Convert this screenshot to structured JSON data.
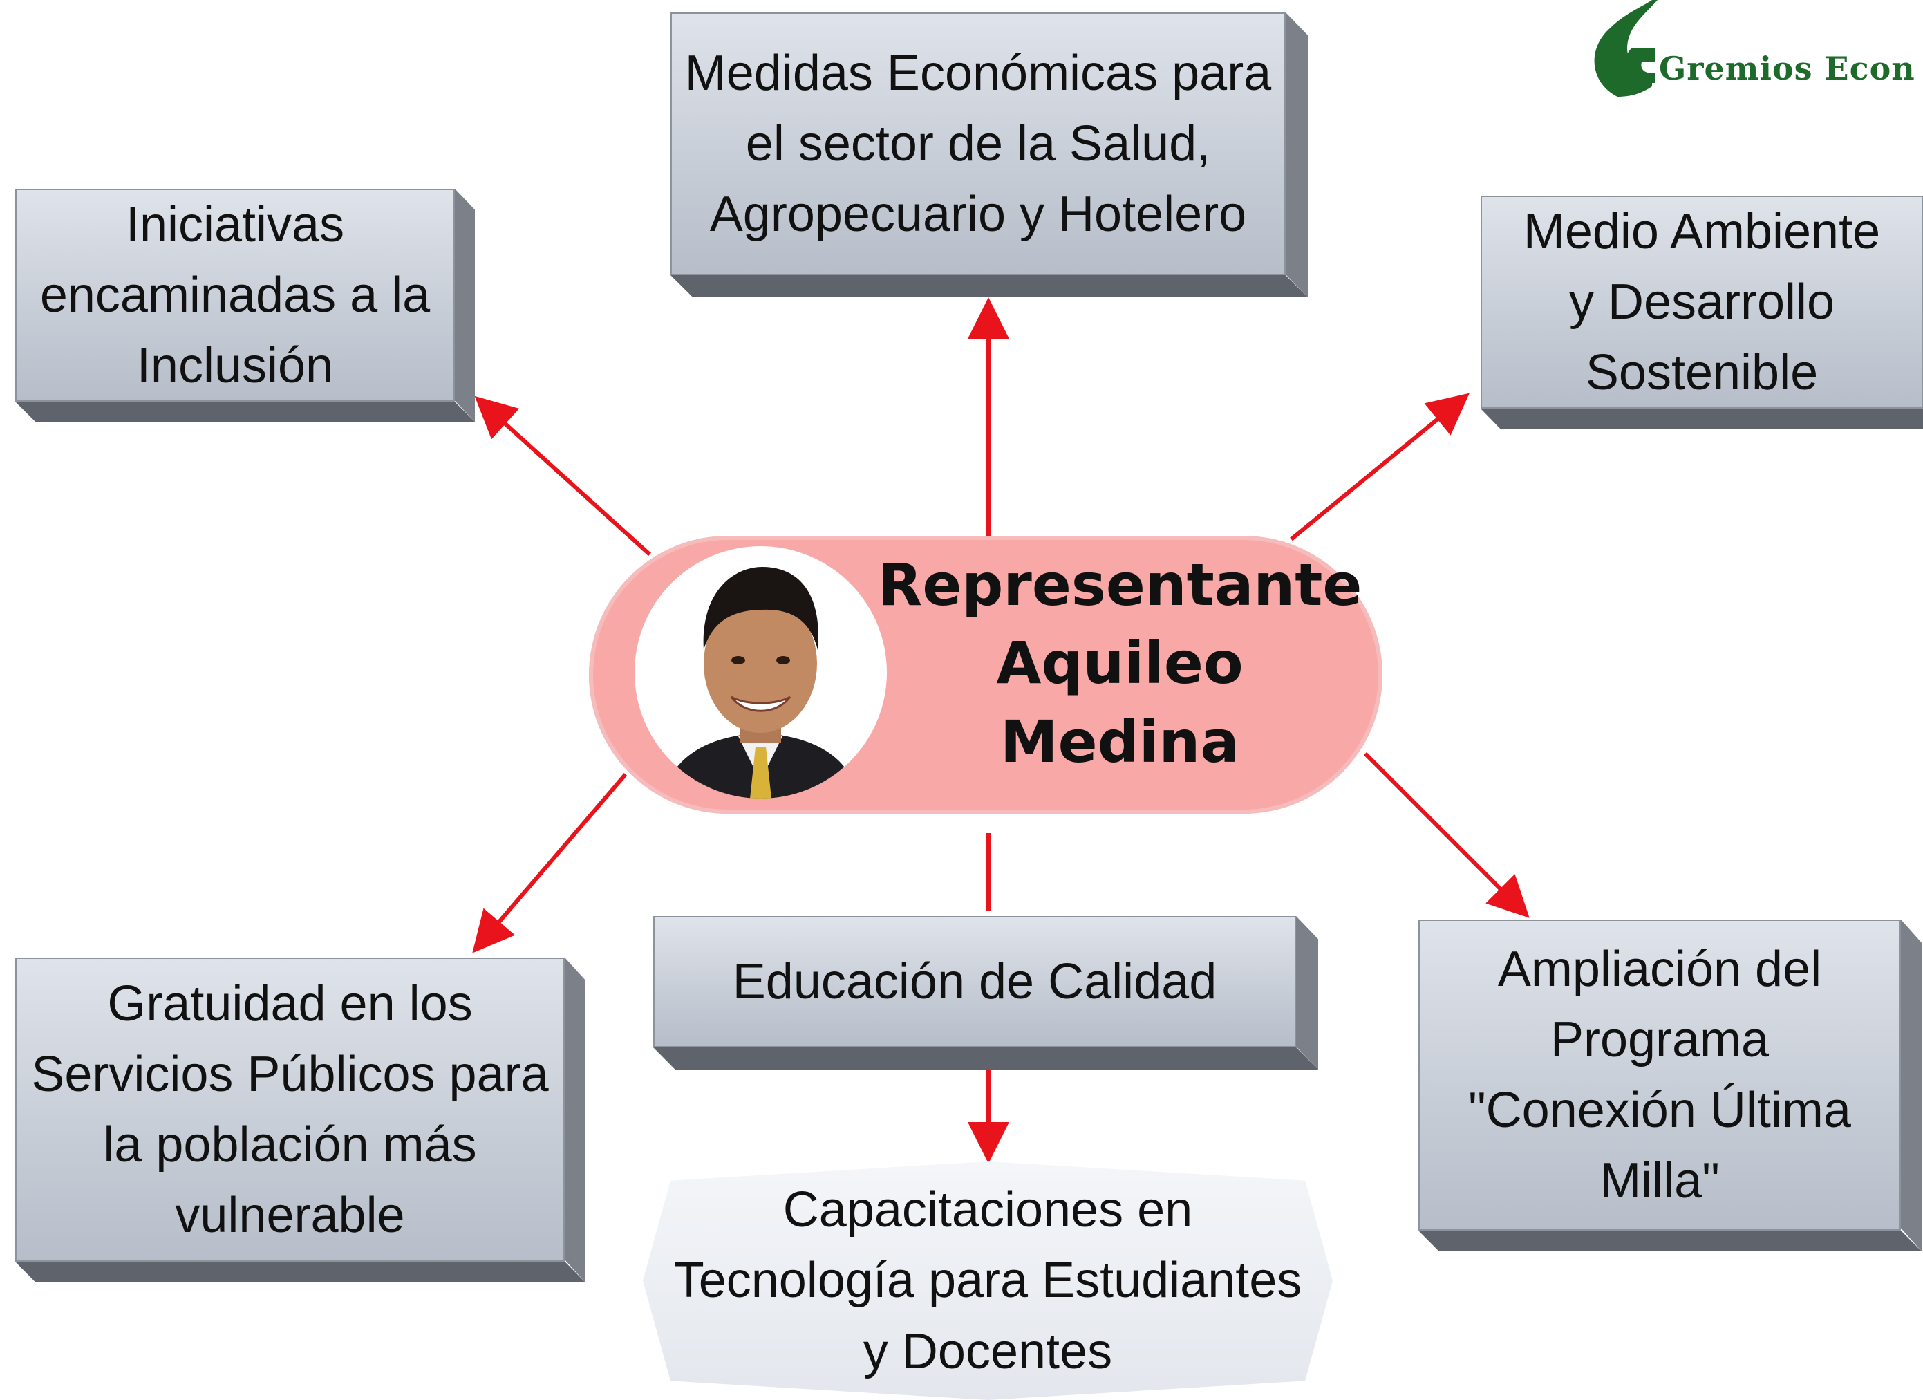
{
  "center": {
    "title": "Representante\nAquileo\nMedina"
  },
  "logo": {
    "text": "Gremios Econ",
    "color": "#1d6a2a"
  },
  "nodes": {
    "top": "Medidas Económicas para\nel sector de la Salud,\nAgropecuario y Hotelero",
    "upper_left": "Iniciativas\nencaminadas a la\nInclusión",
    "upper_right": "Medio Ambiente\ny Desarrollo\nSostenible",
    "lower_left": "Gratuidad en los\nServicios Públicos para\nla población más\nvulnerable",
    "bottom_center": "Educación de Calidad",
    "lower_right": "Ampliación del\nPrograma\n\"Conexión Última\nMilla\"",
    "bottom": "Capacitaciones en\nTecnología para Estudiantes\ny Docentes"
  },
  "colors": {
    "arrow": "#e8131b",
    "center_fill": "#f9a8a8",
    "box_face": "#c6ccd6"
  }
}
